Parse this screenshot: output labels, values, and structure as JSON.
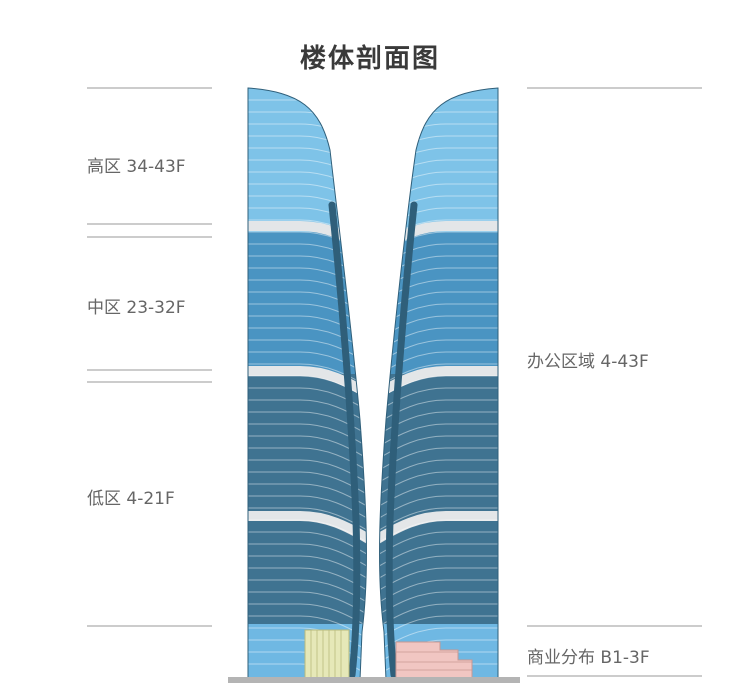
{
  "title": "楼体剖面图",
  "left_zones": [
    {
      "label": "高区 34-43F"
    },
    {
      "label": "中区 23-32F"
    },
    {
      "label": "低区   4-21F"
    }
  ],
  "right_zones": [
    {
      "label": "办公区域  4-43F"
    },
    {
      "label": "商业分布     B1-3F"
    }
  ],
  "colors": {
    "high_zone": "#7ec3e8",
    "mid_zone": "#4a94c2",
    "low_zone": "#3f7391",
    "podium": "#6fb8e3",
    "separator_band": "#e3e6e8",
    "retail_left": "#e6e8b8",
    "retail_right": "#f1c6c2",
    "ground": "#b4b4b4",
    "guide_line": "#9a9a9a"
  }
}
